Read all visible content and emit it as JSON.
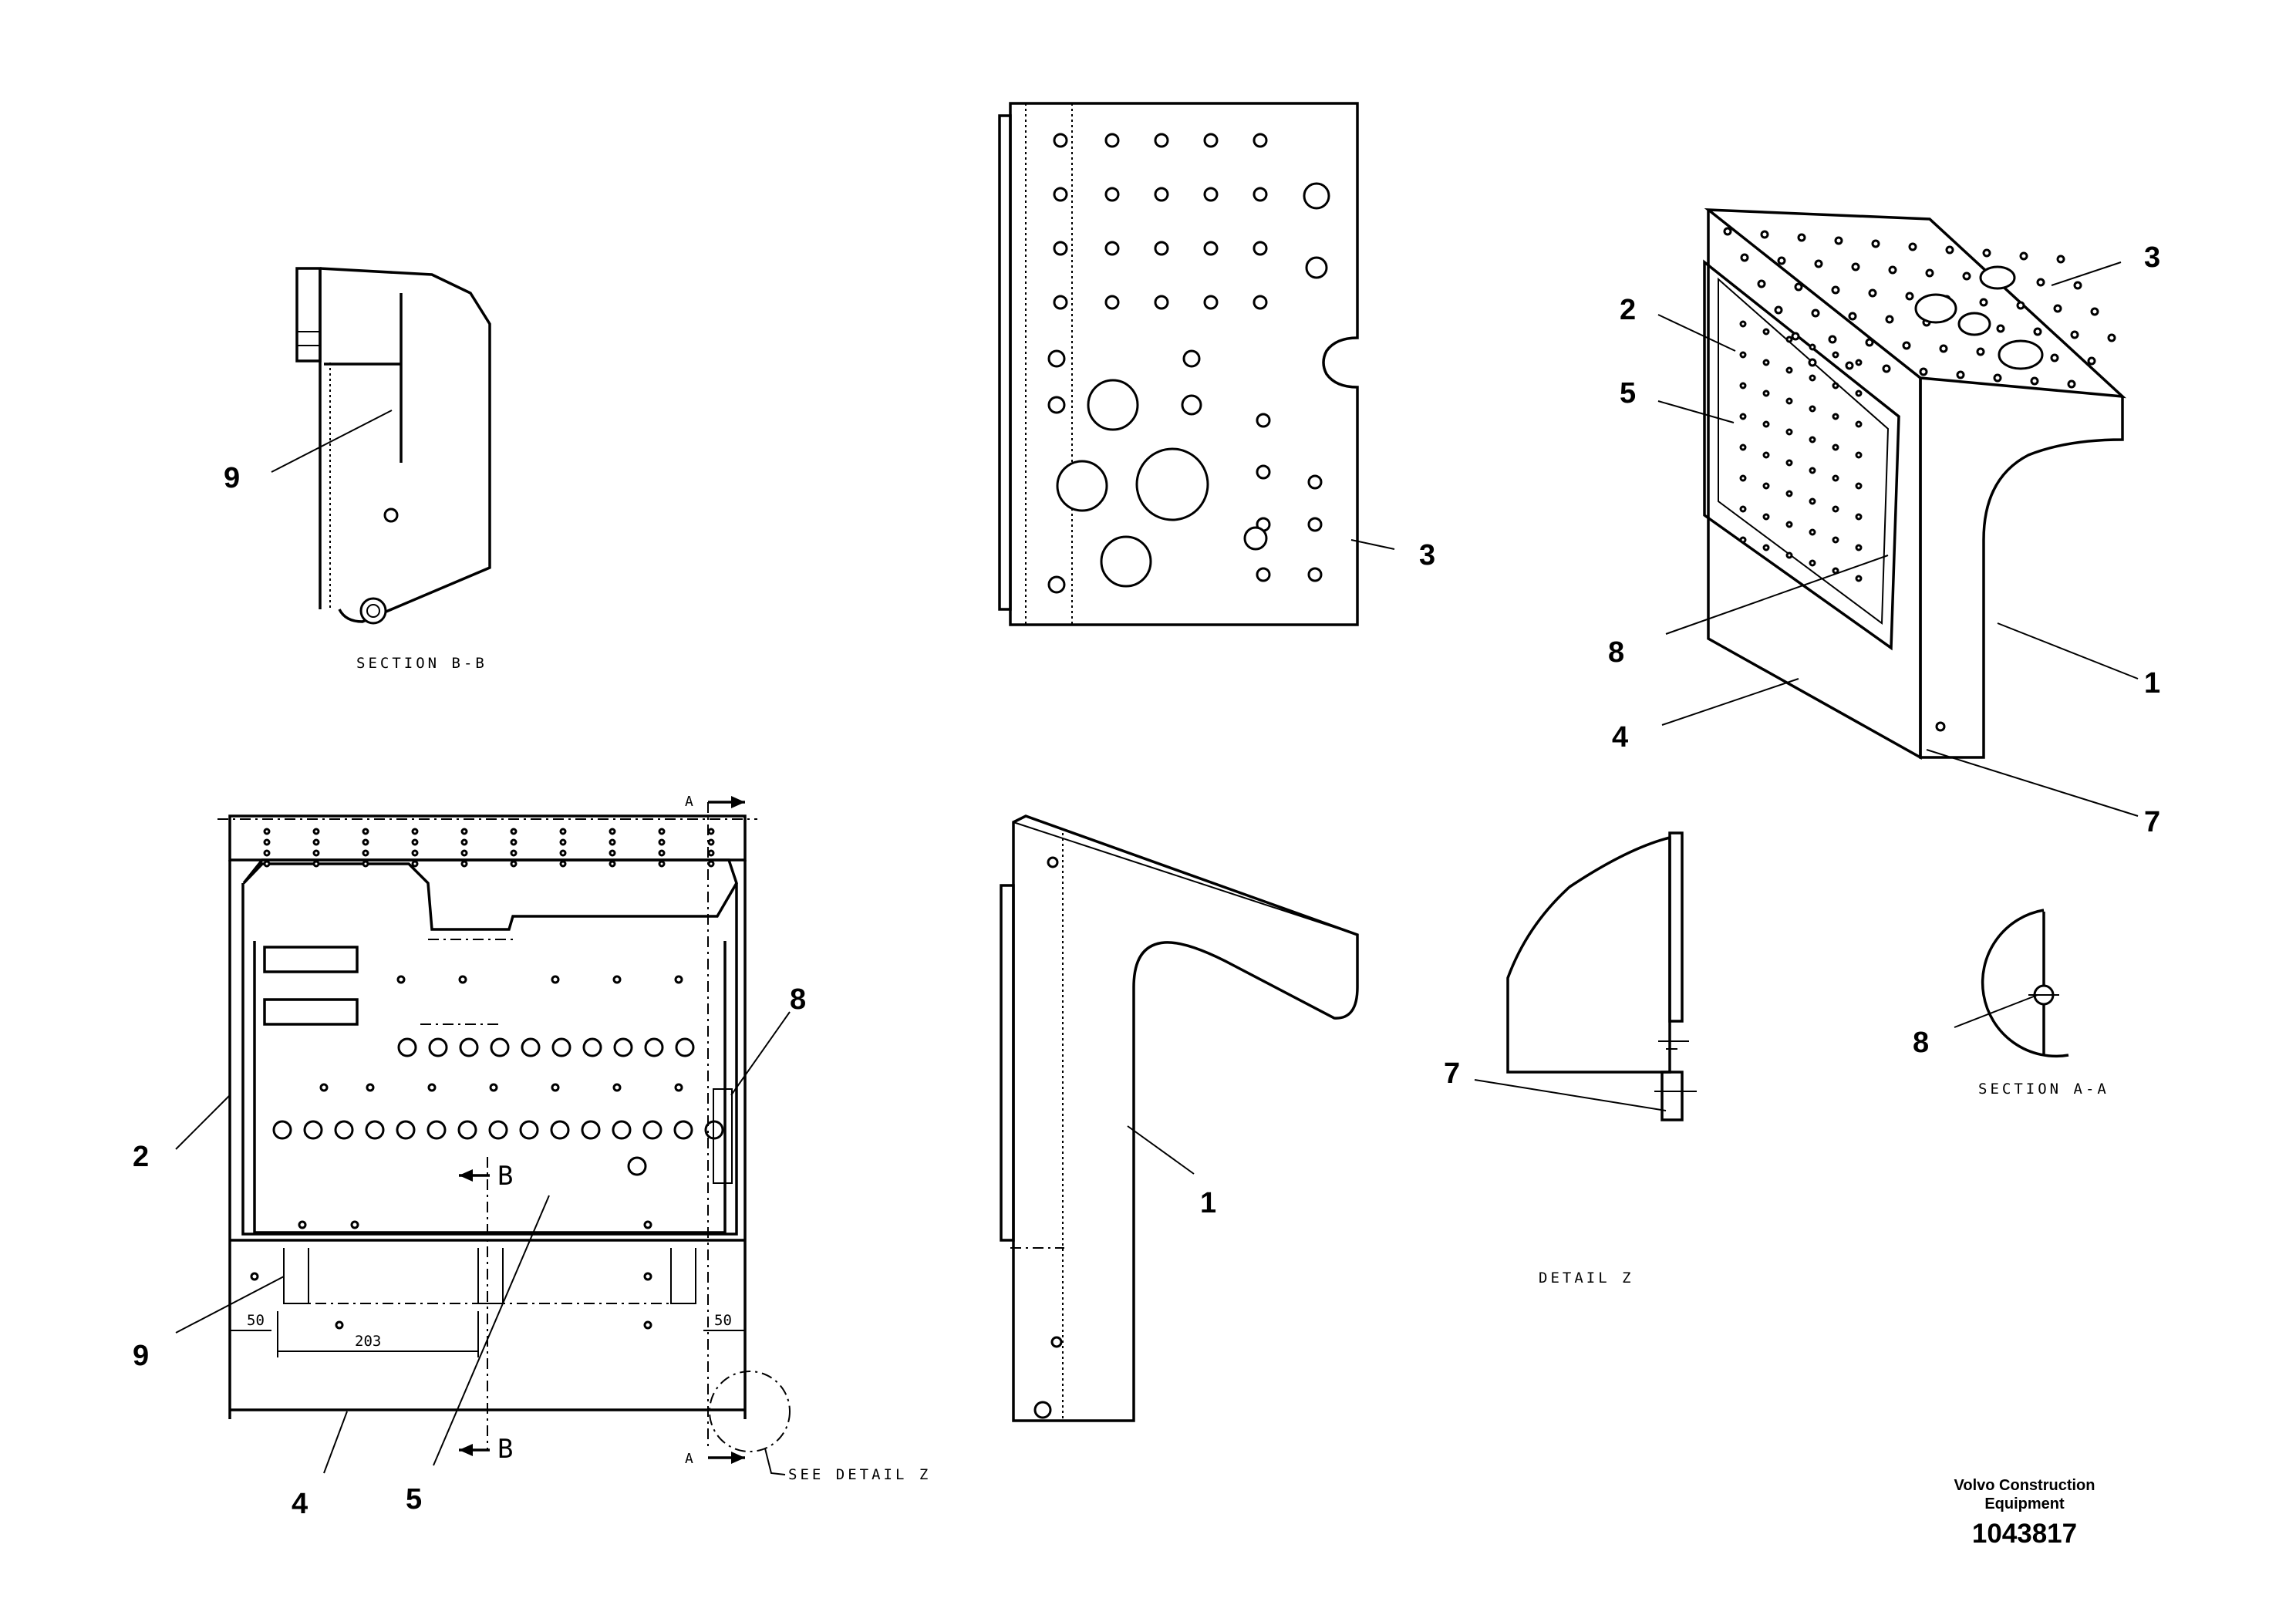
{
  "labels": {
    "section_b": "SECTION  B-B",
    "section_a": "SECTION  A-A",
    "detail_z": "DETAIL  Z",
    "see_detail": "SEE DETAIL  Z",
    "cut_a": "A",
    "cut_b": "B"
  },
  "dimensions": {
    "left_offset": "50",
    "span": "203",
    "right_offset": "50"
  },
  "callouts": {
    "c1": "1",
    "c2": "2",
    "c3": "3",
    "c4": "4",
    "c5": "5",
    "c7": "7",
    "c8": "8",
    "c9": "9"
  },
  "title_block": {
    "company": "Volvo Construction Equipment",
    "company_line1": "Volvo Construction",
    "company_line2": "Equipment",
    "drawing_number": "1043817"
  }
}
